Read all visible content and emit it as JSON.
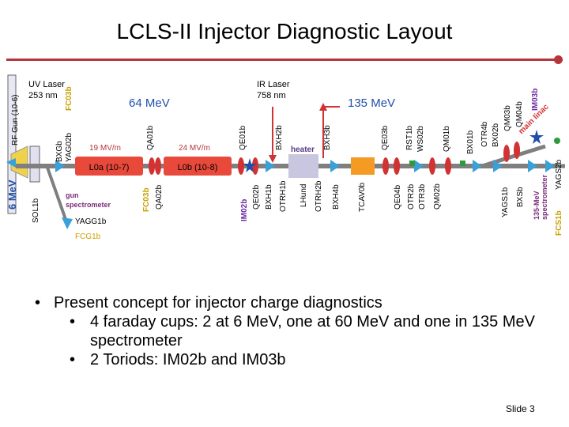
{
  "title": "LCLS-II Injector Diagnostic Layout",
  "diagram": {
    "top_labels": {
      "uv_laser": "UV Laser",
      "uv_wavelength": "253 nm",
      "ir_laser": "IR Laser",
      "ir_wavelength": "758 nm",
      "energy_64": "64 MeV",
      "energy_135": "135 MeV",
      "gradient_l0a": "19 MV/m",
      "gradient_l0b": "24 MV/m",
      "heater": "heater",
      "main_linac": "main linac",
      "six_mev": "6 MeV",
      "gun_spectrometer_1": "gun",
      "gun_spectrometer_2": "spectrometer",
      "spectrometer_135_1": "135-MeV",
      "spectrometer_135_2": "spectrometer"
    },
    "cavities": {
      "l0a": "L0a (10-7)",
      "l0b": "L0b (10-8)"
    },
    "device_labels": {
      "rf_gun": "RF Gun (10-6)",
      "fc03b": "FC03b",
      "sol1b": "SOL1b",
      "bxgb": "BXGb",
      "yag02b": "YAG02b",
      "qa01b": "QA01b",
      "yagg1b": "YAGG1b",
      "fcg1b": "FCG1b",
      "fc03b_2": "FC03b",
      "qa02b": "QA02b",
      "qe01b": "QE01b",
      "qe02b": "QE02b",
      "im02b": "IM02b",
      "bxh1b": "BXH1b",
      "bxh2b": "BXH2b",
      "otrh1b": "OTRH1b",
      "lhund": "LHund",
      "otrh2b": "OTRH2b",
      "bxh3b": "BXH3b",
      "bxh4b": "BXH4b",
      "tcav0b": "TCAV0b",
      "qe03b": "QE03b",
      "qe04b": "QE04b",
      "rst1b": "RST1b",
      "ws02b": "WS02b",
      "otr2b": "OTR2b",
      "otr3b": "OTR3b",
      "qm01b": "QM01b",
      "qm02b": "QM02b",
      "bx01b": "BX01b",
      "otr4b": "OTR4b",
      "bx02b": "BX02b",
      "qm03b": "QM03b",
      "qm04b": "QM04b",
      "im03b": "IM03b",
      "yags1b": "YAGS1b",
      "bxsb": "BXSb",
      "fcs1b": "FCS1b",
      "yags2b": "YAGS2b"
    }
  },
  "bullets": [
    {
      "level": 1,
      "text": "Present concept for injector charge diagnostics"
    },
    {
      "level": 2,
      "text": "4 faraday cups: 2 at 6 MeV, one at 60 MeV and one in 135 MeV spectrometer"
    },
    {
      "level": 2,
      "text": "2 Toriods: IM02b and IM03b"
    }
  ],
  "slide_number": "Slide 3",
  "colors": {
    "rule": "#b5353a",
    "energy_text": "#1f4fa8",
    "cavity": "#e8493a",
    "beamline": "#7f7f7f",
    "quad": "#d23232",
    "bpm": "#3aa0d8",
    "heater_box": "#c9c6e0",
    "tcav": "#f59a23",
    "fc_text": "#c8a000",
    "spectrometer_text": "#7a2a7a",
    "im_text": "#6a2aa0",
    "main_linac": "#d23232"
  }
}
